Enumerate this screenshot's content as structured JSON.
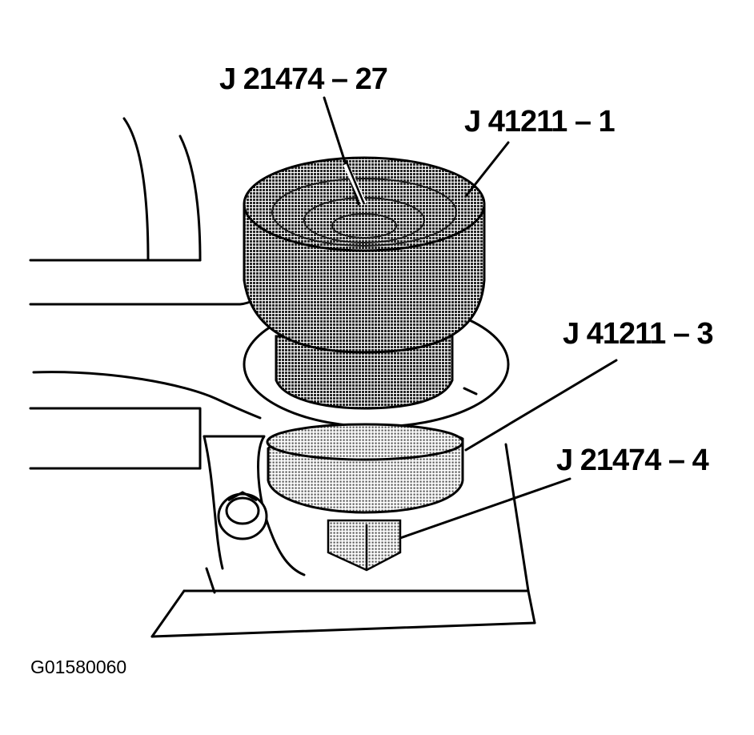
{
  "figure_id": "G01580060",
  "callouts": {
    "puller_screw": "J 21474 – 27",
    "top_receiver": "J 41211 – 1",
    "bottom_receiver": "J 41211 – 3",
    "nut": "J 21474 – 4"
  },
  "colors": {
    "ink": "#000000",
    "dark_tool": "#3a3a3a",
    "mid_tool": "#8c8c8c",
    "background": "#ffffff"
  }
}
